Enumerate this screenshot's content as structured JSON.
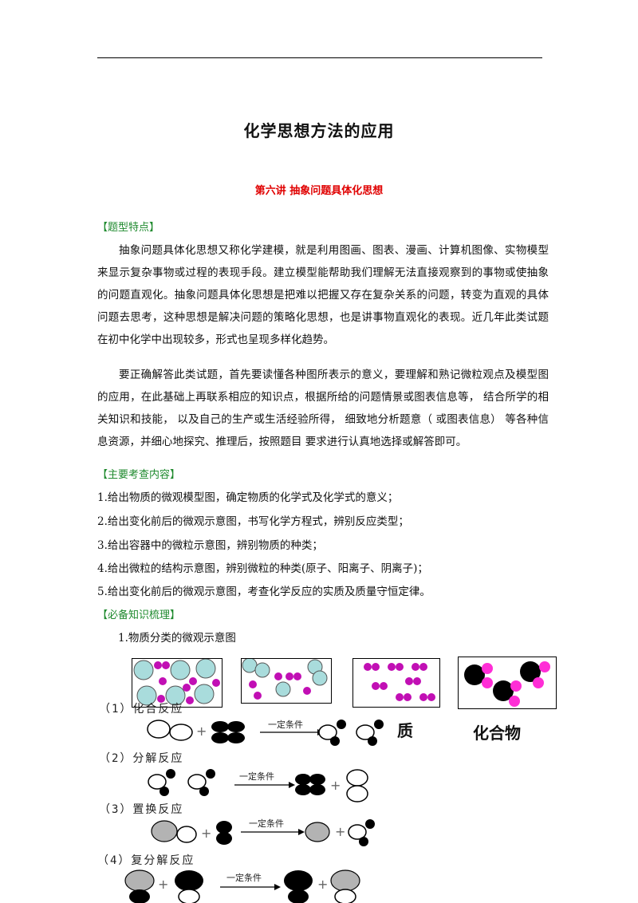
{
  "document": {
    "title": "化学思想方法的应用",
    "subtitle": "第六讲   抽象问题具体化思想"
  },
  "sections": {
    "features_heading": "【题型特点】",
    "features_p1": "抽象问题具体化思想又称化学建模，就是利用图画、图表、漫画、计算机图像、实物模型来显示复杂事物或过程的表现手段。建立模型能帮助我们理解无法直接观察到的事物或使抽象的问题直观化。抽象问题具体化思想是把难以把握又存在复杂关系的问题，转变为直观的具体问题去思考，这种思想是解决问题的策略化思想，也是讲事物直观化的表现。近几年此类试题在初中化学中出现较多，形式也呈现多样化趋势。",
    "features_p2": "要正确解答此类试题，首先要读懂各种图所表示的意义，要理解和熟记微粒观点及模型图的应用，在此基础上再联系相应的知识点，根据所给的问题情景或图表信息等， 结合所学的相关知识和技能，  以及自己的生产或生活经验所得，  细致地分析题意（ 或图表信息） 等各种信息资源，并细心地探究、推理后，按照题目 要求进行认真地选择或解答即可。",
    "content_heading": "【主要考查内容】",
    "content_items": [
      "1.给出物质的微观模型图，确定物质的化学式及化学式的意义；",
      "2.给出变化前后的微观示意图，书写化学方程式，辨别反应类型；",
      "3.给出容器中的微粒示意图，辨别物质的种类；",
      "4.给出微粒的结构示意图，辨别微粒的种类(原子、阳离子、阴离子)；",
      "5.给出变化前后的微观示意图，考查化学反应的实质及质量守恒定律。"
    ],
    "knowledge_heading": "【必备知识梳理】",
    "knowledge_item1": "1.物质分类的微观示意图"
  },
  "figure": {
    "reactions": [
      {
        "label": "（1）化合反应",
        "condition": "一定条件"
      },
      {
        "label": "（2）分解反应",
        "condition": "一定条件"
      },
      {
        "label": "（3）置换反应",
        "condition": "一定条件"
      },
      {
        "label": "（4）复分解反应",
        "condition": "一定条件"
      }
    ],
    "partial_label": "质",
    "compound_label": "化合物",
    "colors": {
      "teal": "#a9dcdc",
      "magenta": "#c10fb4",
      "grey": "#b3b3b3",
      "black": "#000000",
      "pink": "#ff2ed6"
    }
  }
}
